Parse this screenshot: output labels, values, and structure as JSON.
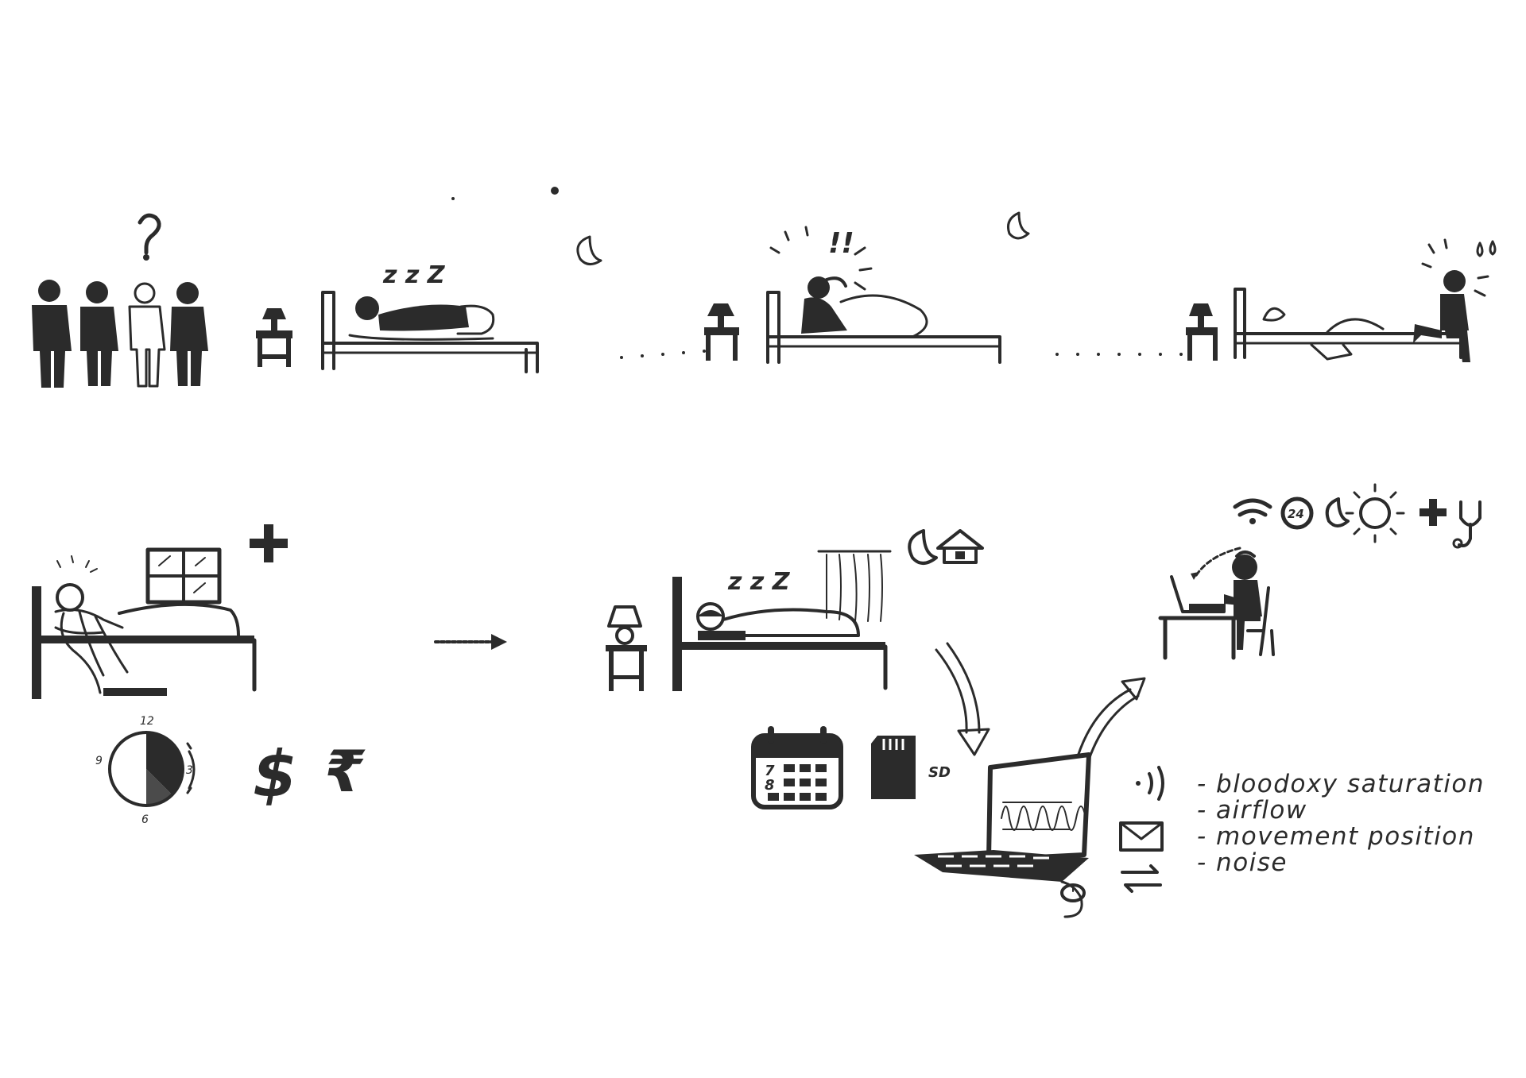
{
  "sleep_sounds": {
    "zzz_first": "z z Z",
    "alarm": "!!",
    "zzz_second": "z z Z"
  },
  "clock": {
    "twelve": "12",
    "three": "3",
    "six": "6",
    "nine": "9"
  },
  "currency": {
    "dollar": "$",
    "rupee": "₹"
  },
  "device": {
    "sd_label": "SD",
    "calendar_num_a": "7",
    "calendar_num_b": "8",
    "hours_24": "24"
  },
  "sensor_list": [
    "- bloodoxy saturation",
    "- airflow",
    "- movement position",
    "- noise"
  ],
  "icons": [
    "group-of-people-icon",
    "question-mark-icon",
    "moon-icon",
    "bedside-lamp-icon",
    "bed-icon",
    "hospital-cross-icon",
    "clock-icon",
    "dollar-icon",
    "rupee-icon",
    "house-icon",
    "calendar-icon",
    "sd-card-icon",
    "laptop-icon",
    "mouse-icon",
    "wireless-icon",
    "mail-icon",
    "transfer-arrows-icon",
    "wifi-icon",
    "sun-icon",
    "stethoscope-icon"
  ],
  "colors": {
    "ink": "#2b2b2b",
    "background": "#ffffff"
  }
}
